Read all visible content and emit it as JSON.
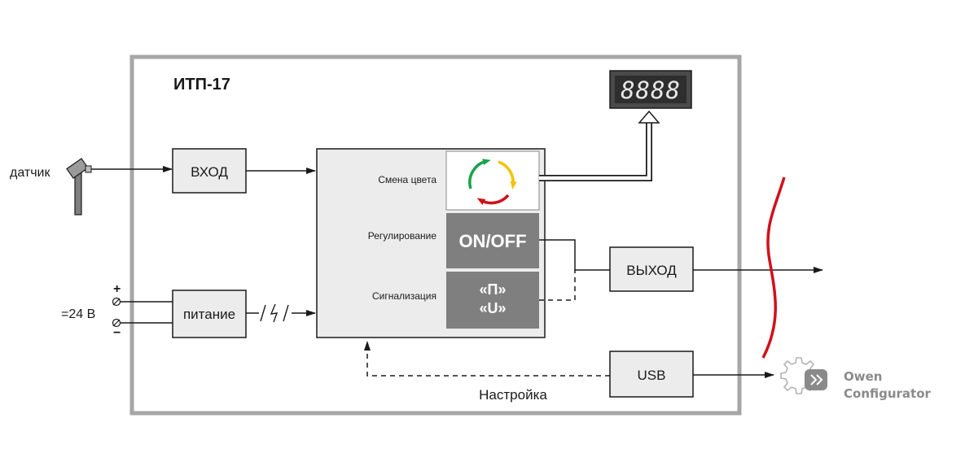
{
  "device": {
    "title": "ИТП-17"
  },
  "blocks": {
    "input": "ВХОД",
    "power": "питание",
    "output": "ВЫХОД",
    "usb": "USB"
  },
  "core": {
    "color_change": "Смена цвета",
    "regulation": "Регулирование",
    "alarm": "Сигнализация",
    "mode_onoff": "ON/OFF",
    "mode_p": "«П»",
    "mode_u": "«U»"
  },
  "display": {
    "digits": "8888"
  },
  "external": {
    "sensor": "датчик",
    "voltage": "=24 В",
    "plus": "+",
    "minus": "−",
    "setup": "Настройка"
  },
  "logo": {
    "line1": "Owen",
    "line2": "Configurator",
    "icon": "gear-icon"
  },
  "colors": {
    "frame": "#a6a6a6",
    "block_fill": "#ececec",
    "dark_panel": "#7f7f7f",
    "red_curve": "#d0111b",
    "arrow_green": "#1aa34a",
    "arrow_yellow": "#f2c200",
    "arrow_red": "#d0111b"
  }
}
